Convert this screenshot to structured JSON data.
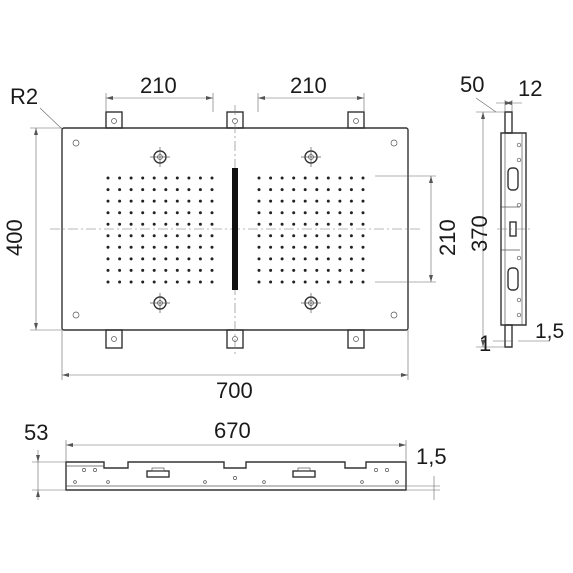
{
  "labels": {
    "radius": "R2",
    "top_left_span": "210",
    "top_right_span": "210",
    "overall_height": "400",
    "nozzle_field_height": "210",
    "frame_height": "370",
    "side_depth": "50",
    "side_flange": "12",
    "side_min_gap": "1",
    "side_thickness": "1,5",
    "overall_width": "700",
    "bottom_depth": "53",
    "bottom_width": "670",
    "bottom_thickness": "1,5"
  },
  "colors": {
    "line": "#333333",
    "dimension": "#666666",
    "nozzle_dot": "#222222"
  },
  "nozzle_grid": {
    "columns_per_panel": 10,
    "rows_per_panel": 10
  }
}
